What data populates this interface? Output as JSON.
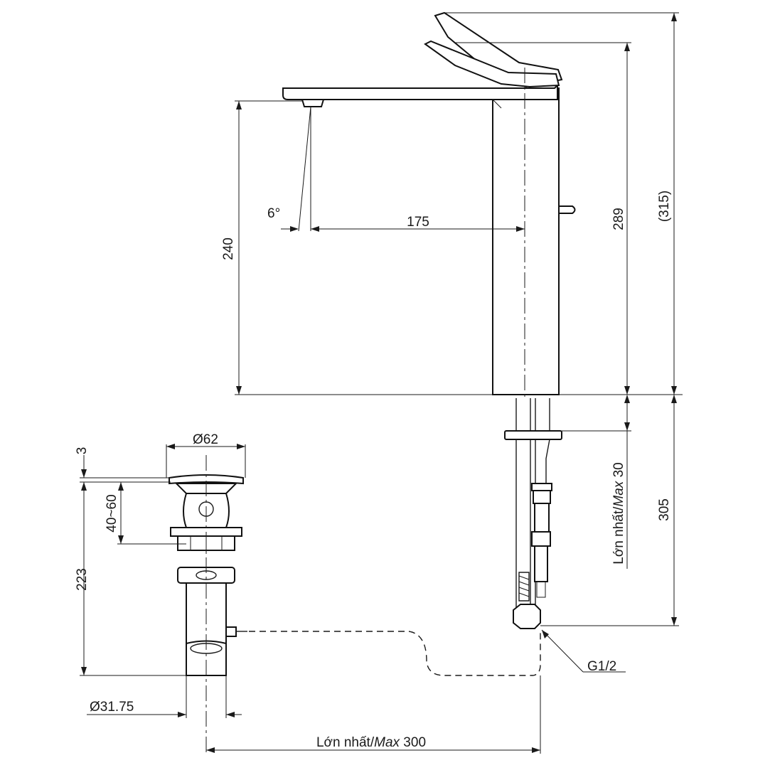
{
  "dimensions": {
    "spout_height": "240",
    "spout_reach": "175",
    "spray_angle": "6°",
    "faucet_height": "289",
    "overall_height": "(315)",
    "waste_flange_diameter": "Ø62",
    "flange_thickness": "3",
    "waste_body_range": "40~60",
    "waste_total_length": "223",
    "tail_diameter": "Ø31.75",
    "max_distance": {
      "prefix": "Lớn nhất/",
      "max": "Max",
      "value": " 300"
    },
    "max_deck": {
      "prefix": "Lớn nhất/",
      "max": "Max",
      "value": " 30"
    },
    "hose_length": "305",
    "connection_thread": "G1/2"
  }
}
